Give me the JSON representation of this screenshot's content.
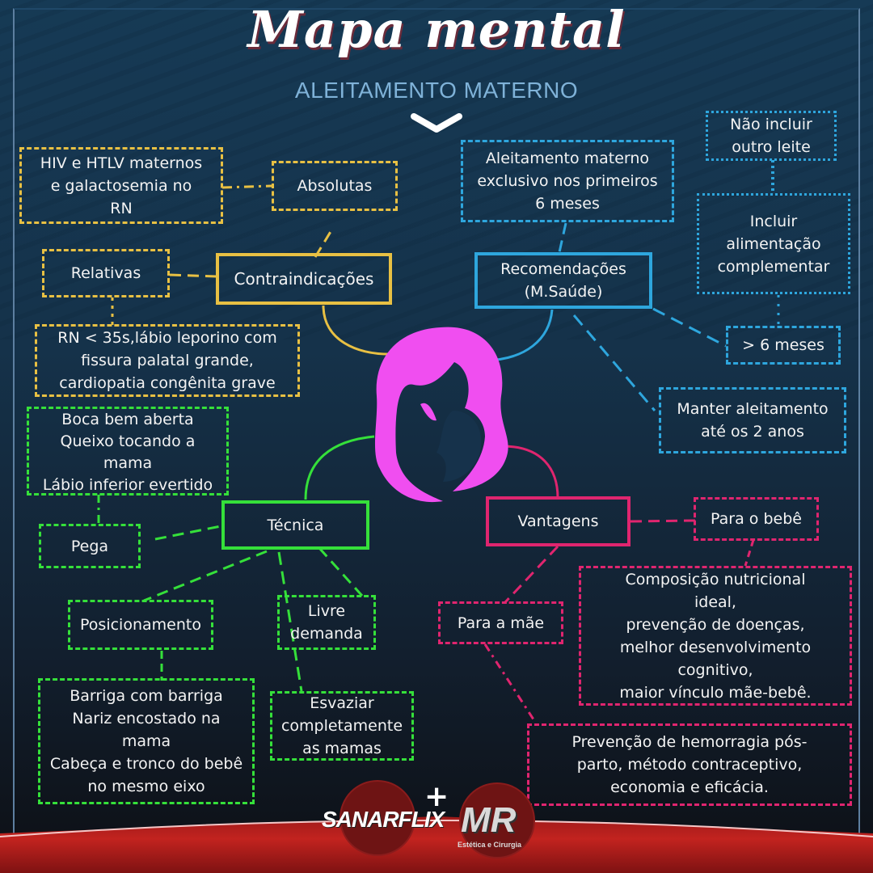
{
  "header": {
    "title": "Mapa mental",
    "subtitle": "ALEITAMENTO MATERNO",
    "chevron_icon": "chevron-down-icon"
  },
  "colors": {
    "contraindicacoes": "#e8c043",
    "recomendacoes": "#2ea6dd",
    "tecnica": "#35e03a",
    "vantagens": "#e0256f",
    "center_figure": "#f04ef0"
  },
  "center": {
    "icon": "mother-baby-silhouette-icon"
  },
  "contraindicacoes": {
    "main": "Contraindicações",
    "absolutas": "Absolutas",
    "absolutas_detail": "HIV e HTLV maternos\ne galactosemia no\nRN",
    "relativas": "Relativas",
    "relativas_detail": "RN < 35s,lábio leporino com\nfissura palatal grande,\ncardiopatia congênita grave"
  },
  "recomendacoes": {
    "main": "Recomendações\n(M.Saúde)",
    "exclusivo": "Aleitamento materno\nexclusivo nos primeiros\n6 meses",
    "mais_6_meses": "> 6 meses",
    "nao_incluir": "Não incluir\noutro leite",
    "incluir": "Incluir\nalimentação\ncomplementar",
    "manter": "Manter aleitamento\naté os 2 anos"
  },
  "tecnica": {
    "main": "Técnica",
    "pega": "Pega",
    "pega_detail": "Boca bem aberta\nQueixo tocando a\nmama\nLábio inferior evertido",
    "posicionamento": "Posicionamento",
    "posicionamento_detail": "Barriga com barriga\nNariz encostado na\nmama\nCabeça e tronco do bebê\nno mesmo eixo",
    "livre_demanda": "Livre\ndemanda",
    "esvaziar": "Esvaziar\ncompletamente\nas mamas"
  },
  "vantagens": {
    "main": "Vantagens",
    "para_bebe": "Para o bebê",
    "para_bebe_detail": "Composição nutricional\nideal,\nprevenção de doenças,\nmelhor desenvolvimento\ncognitivo,\nmaior vínculo mãe-bebê.",
    "para_mae": "Para a mãe",
    "para_mae_detail": "Prevenção de hemorragia pós-\nparto, método contraceptivo,\neconomia e eficácia."
  },
  "footer": {
    "logo_left": "SANARFLIX",
    "logo_plus": "+",
    "logo_right": "MR",
    "logo_right_sub": "Estética e Cirurgia"
  }
}
